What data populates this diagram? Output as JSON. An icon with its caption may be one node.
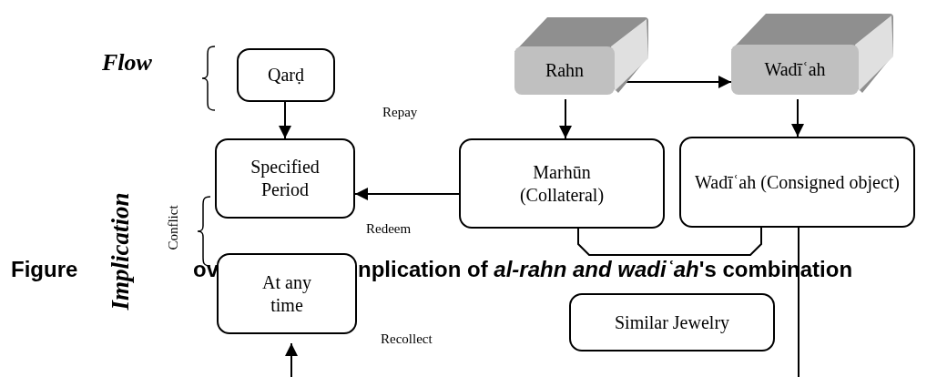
{
  "diagram": {
    "nodes": [
      {
        "text": [
          "Qarḍ"
        ]
      },
      {
        "text": [
          "Rahn"
        ]
      },
      {
        "text": [
          "Wadīʿah"
        ]
      },
      {
        "text": [
          "Specified Period"
        ]
      },
      {
        "text": [
          "Marhūn (Collateral)"
        ]
      },
      {
        "text": [
          "Wadīʿah (Consigned object)"
        ]
      },
      {
        "text": [
          "At any time"
        ]
      },
      {
        "text": [
          "Similar Jewelry"
        ]
      }
    ],
    "edges": [
      {
        "from": 0,
        "to": 3,
        "arrow": "to"
      },
      {
        "from": 1,
        "to": 2,
        "arrow": "to"
      },
      {
        "from": 1,
        "to": 4,
        "arrow": "to"
      },
      {
        "from": 2,
        "to": 5,
        "arrow": "to"
      },
      {
        "from": 4,
        "to": 3,
        "arrow": "to"
      },
      {
        "from": 4,
        "to": 5,
        "arrow": "none"
      },
      {
        "from": null,
        "to": 6,
        "arrow": "to"
      },
      {
        "from": 5,
        "to": null,
        "arrow": "none"
      }
    ],
    "labels": [
      "Flow",
      "Repay",
      "Implication",
      "Conflict",
      "Redeem",
      "Figure",
      "ov",
      "nplication of *al-rahn and wadiʿah*'s combination",
      "Recollect"
    ]
  }
}
